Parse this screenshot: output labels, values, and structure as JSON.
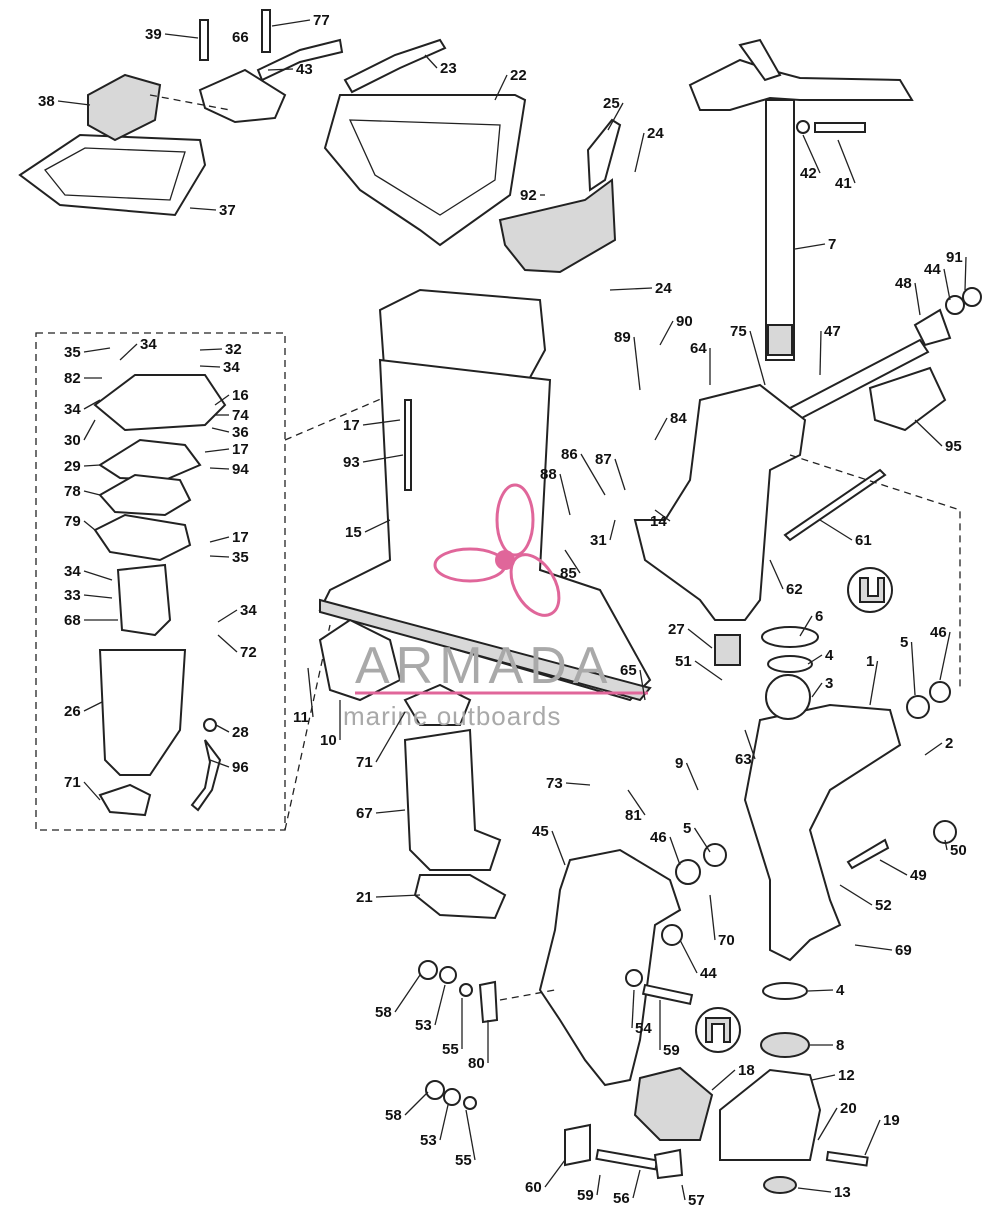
{
  "watermark": {
    "brand": "ARMADA",
    "tagline": "marine outboards",
    "accent_color": "#e0669a",
    "text_color": "#a9a9a9"
  },
  "callouts": [
    "1",
    "2",
    "3",
    "4",
    "5",
    "6",
    "7",
    "8",
    "9",
    "10",
    "11",
    "12",
    "13",
    "14",
    "15",
    "16",
    "17",
    "18",
    "19",
    "20",
    "21",
    "22",
    "23",
    "24",
    "25",
    "26",
    "27",
    "28",
    "29",
    "30",
    "31",
    "32",
    "33",
    "34",
    "35",
    "36",
    "37",
    "38",
    "39",
    "41",
    "42",
    "43",
    "44",
    "45",
    "46",
    "47",
    "48",
    "49",
    "50",
    "51",
    "52",
    "53",
    "54",
    "55",
    "56",
    "57",
    "58",
    "59",
    "60",
    "61",
    "62",
    "63",
    "64",
    "65",
    "66",
    "67",
    "68",
    "69",
    "70",
    "71",
    "72",
    "73",
    "74",
    "75",
    "77",
    "78",
    "79",
    "80",
    "81",
    "82",
    "84",
    "85",
    "86",
    "87",
    "88",
    "89",
    "90",
    "91",
    "92",
    "93",
    "94",
    "95",
    "96"
  ]
}
